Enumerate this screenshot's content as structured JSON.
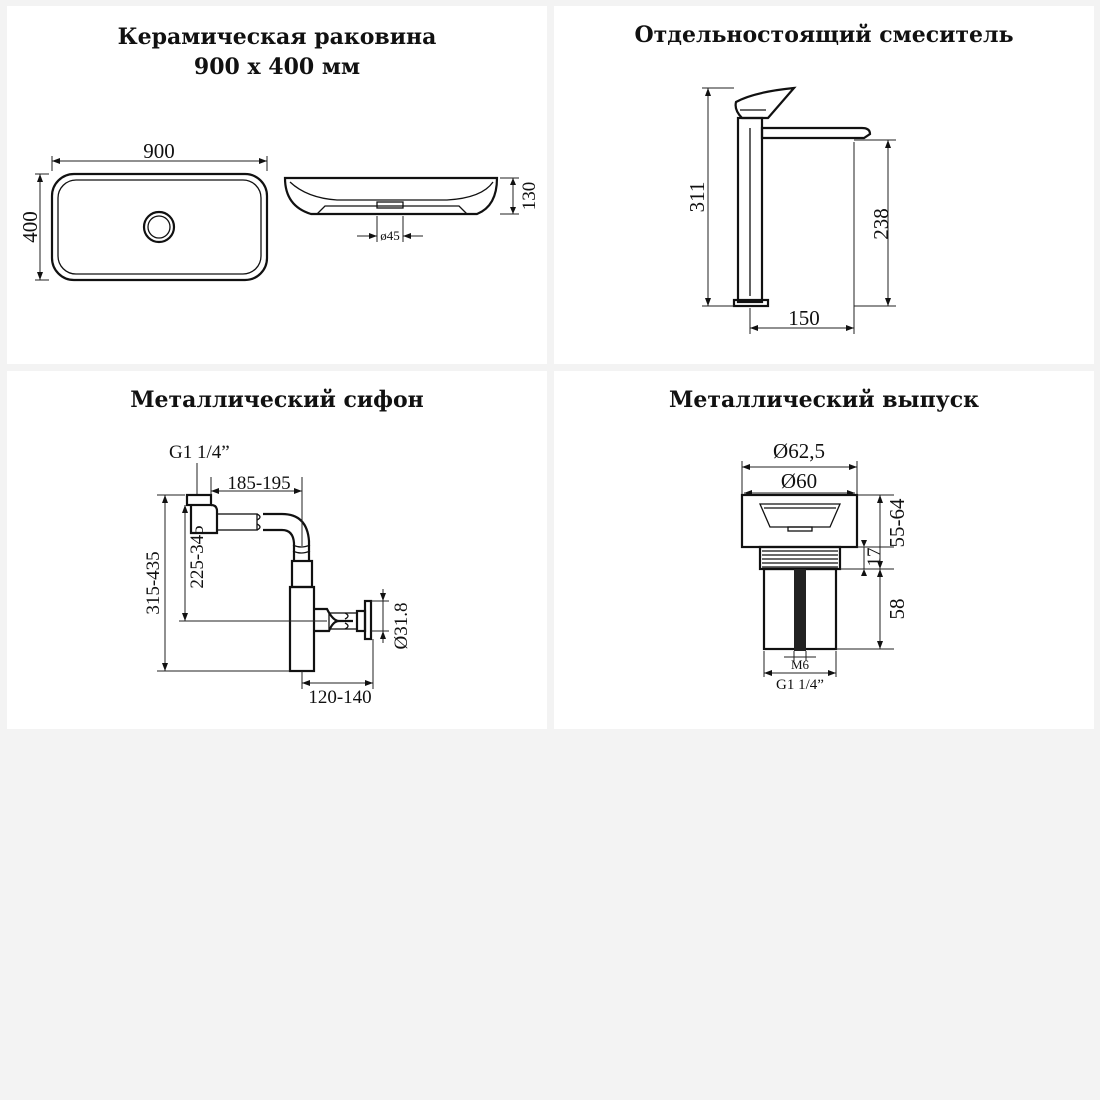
{
  "panels": [
    {
      "title": "Керамическая раковина",
      "subtitle": "900 x 400 мм",
      "dims": {
        "width": "900",
        "depth": "400",
        "height": "130",
        "drain": "ø45"
      }
    },
    {
      "title": "Отдельностоящий смеситель",
      "dims": {
        "total_height": "311",
        "spout_height": "238",
        "reach": "150"
      }
    },
    {
      "title": "Металлический сифон",
      "dims": {
        "thread": "G1 1/4”",
        "horizontal": "185-195",
        "total_height": "315-435",
        "inner_height": "225-345",
        "outlet": "Ø31.8",
        "outlet_offset": "120-140"
      }
    },
    {
      "title": "Металлический выпуск",
      "dims": {
        "outer_diameter": "Ø62,5",
        "inner_diameter": "Ø60",
        "flange": "55-64",
        "cap": "17",
        "body": "58",
        "bolt": "M6",
        "thread": "G1 1/4”"
      }
    }
  ]
}
